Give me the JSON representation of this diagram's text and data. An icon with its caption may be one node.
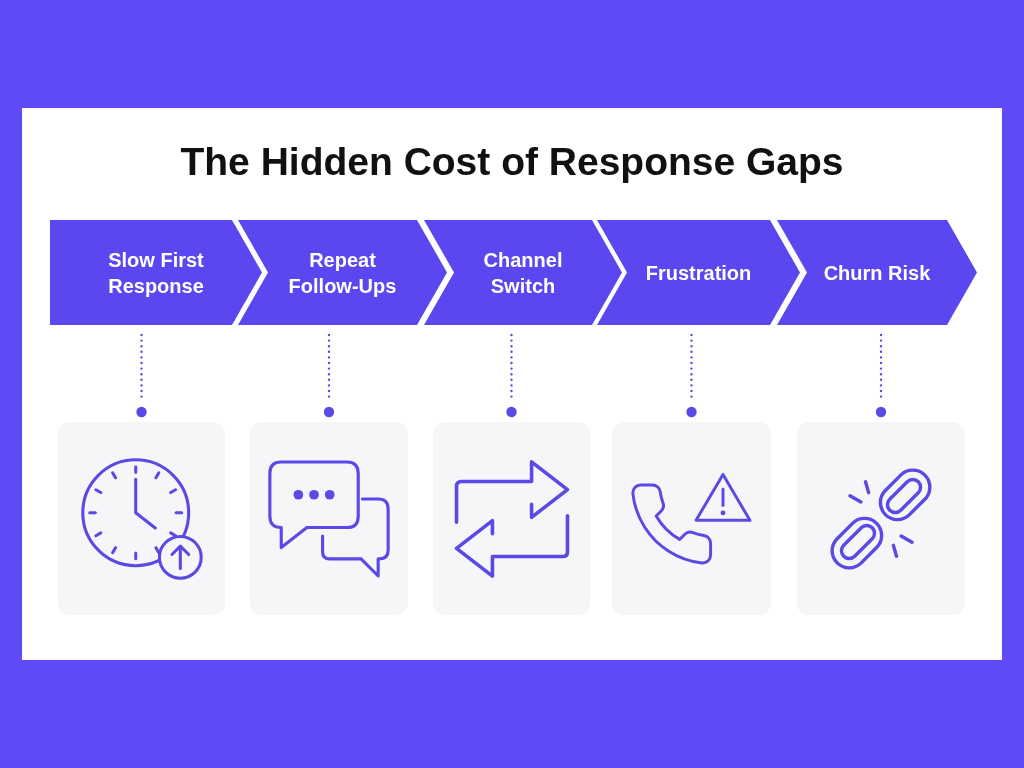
{
  "diagram": {
    "title": "The Hidden Cost of Response Gaps",
    "nodes": [
      {
        "text": [
          "Slow First Response"
        ]
      },
      {
        "text": [
          "Repeat Follow-Ups"
        ]
      },
      {
        "text": [
          "Channel Switch"
        ]
      },
      {
        "text": [
          "Frustration"
        ]
      },
      {
        "text": [
          "Churn Risk"
        ]
      },
      {
        "text": [],
        "shape": "picture"
      },
      {
        "text": [],
        "shape": "picture"
      },
      {
        "text": [],
        "shape": "picture"
      },
      {
        "text": [],
        "shape": "picture"
      },
      {
        "text": [],
        "shape": "picture"
      }
    ],
    "edges": [
      {
        "from": 0,
        "to": 5,
        "arrow": "other",
        "style": "dashed"
      },
      {
        "from": 1,
        "to": 6,
        "arrow": "other",
        "style": "dashed"
      },
      {
        "from": 2,
        "to": 7,
        "arrow": "other",
        "style": "dashed"
      },
      {
        "from": 3,
        "to": 8,
        "arrow": "other",
        "style": "dashed"
      },
      {
        "from": 4,
        "to": 9,
        "arrow": "other",
        "style": "dashed"
      }
    ]
  }
}
